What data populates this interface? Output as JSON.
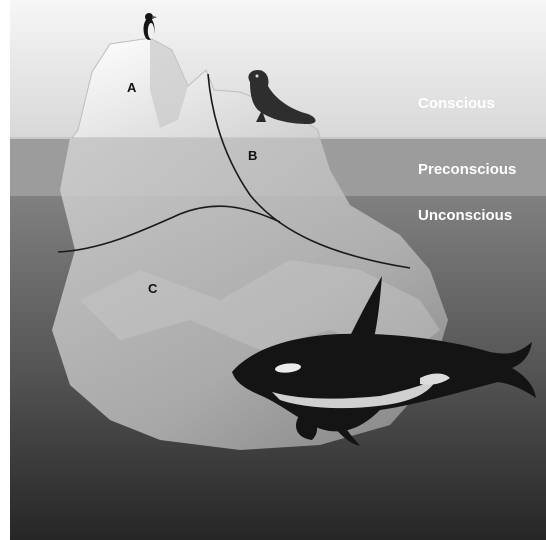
{
  "levels": {
    "conscious": "Conscious",
    "preconscious": "Preconscious",
    "unconscious": "Unconscious"
  },
  "regions": {
    "a": "A",
    "b": "B",
    "c": "C"
  },
  "colors": {
    "sky": "#eeeeee",
    "preconscious_band": "#9a9a9a",
    "deep_water_top": "#7a7a7a",
    "deep_water_bottom": "#2a2a2a",
    "ice": "#e6e6e6",
    "label_text": "#ffffff",
    "region_text": "#111111"
  },
  "icons": [
    "penguin-icon",
    "seal-icon",
    "orca-icon"
  ]
}
